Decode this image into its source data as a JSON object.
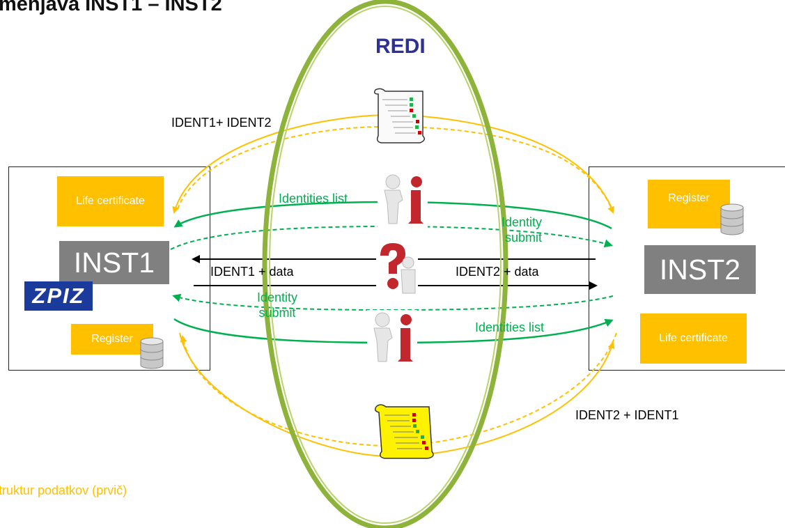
{
  "title": "menjava INST1 – INST2",
  "center_label": "REDI",
  "footer": "truktur podatkov  (prvič)",
  "left_box": {
    "life_certificate": "Life certificate",
    "inst": "INST1",
    "register": "Register",
    "logo_text": "ZPIZ"
  },
  "right_box": {
    "register": "Register",
    "inst": "INST2",
    "life_certificate": "Life certificate"
  },
  "flows": {
    "top_yellow": "IDENT1+ IDENT2",
    "bottom_yellow": "IDENT2 + IDENT1",
    "identities_list_top": "Identities list",
    "identity_submit_top": "Identity submit",
    "ident1_data": "IDENT1 + data",
    "ident2_data": "IDENT2 + data",
    "identity_submit_bottom": "Identity submit",
    "identities_list_bottom": "Identities list"
  },
  "colors": {
    "yellow": "#ffc000",
    "green": "#00b050",
    "ellipse": "#8db33a",
    "gray": "#808080",
    "navy": "#2e3192"
  }
}
